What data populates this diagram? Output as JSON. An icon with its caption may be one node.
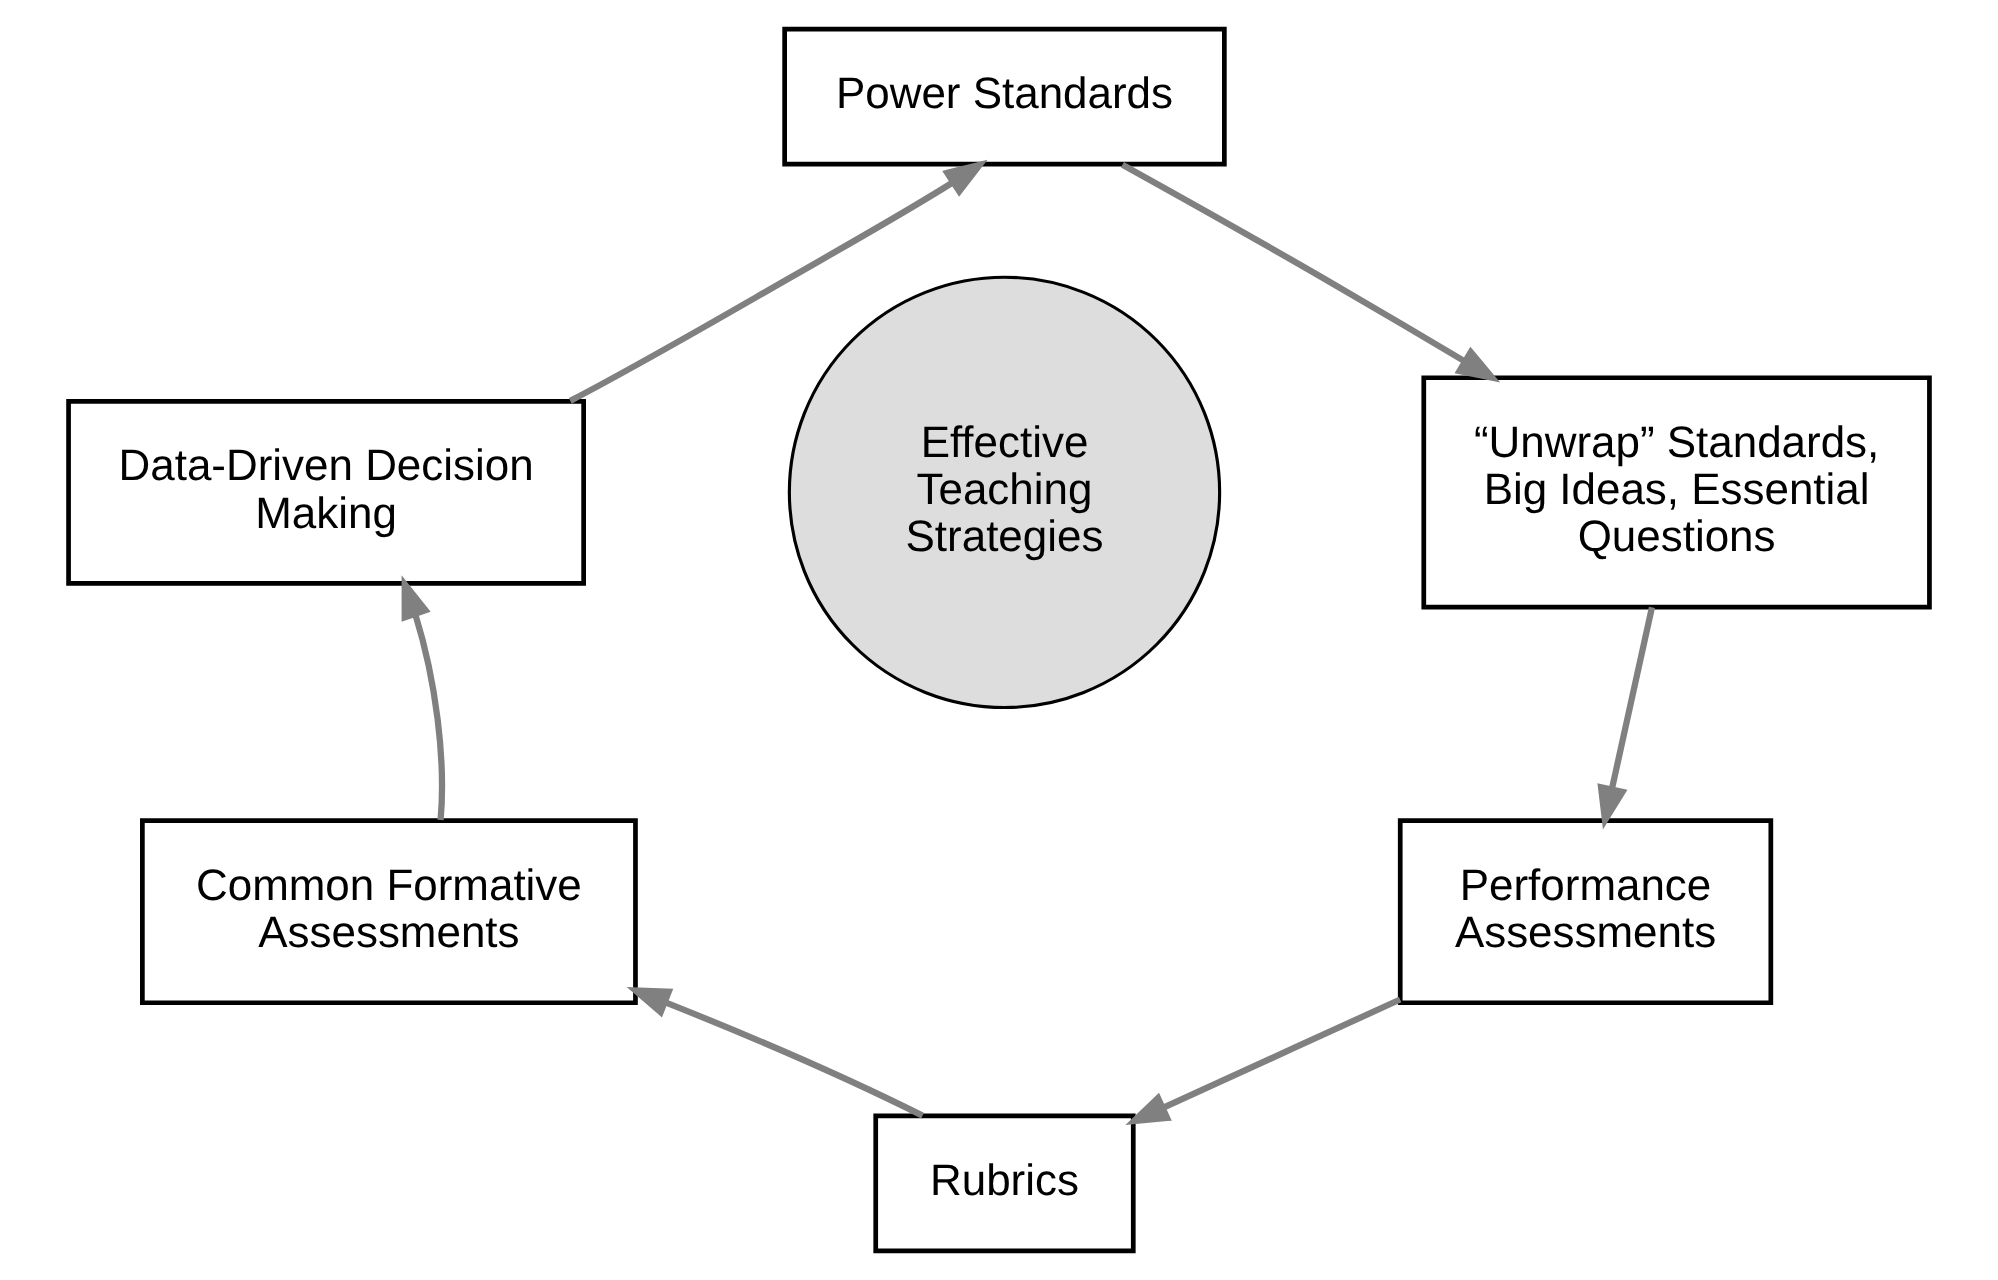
{
  "diagram": {
    "nodes": [
      {
        "text": [
          "Power Standards"
        ]
      },
      {
        "text": [
          "“Unwrap” Standards, Big Ideas, Essential Questions"
        ]
      },
      {
        "text": [
          "Performance Assessments"
        ]
      },
      {
        "text": [
          "Rubrics"
        ]
      },
      {
        "text": [
          "Common Formative Assessments"
        ]
      },
      {
        "text": [
          "Data-Driven Decision Making"
        ]
      },
      {
        "text": [
          "Effective Teaching Strategies"
        ]
      }
    ],
    "edges": [
      {
        "from": 0,
        "to": 1,
        "arrow": "to"
      },
      {
        "from": 1,
        "to": 2,
        "arrow": "to"
      },
      {
        "from": 2,
        "to": 3,
        "arrow": "to"
      },
      {
        "from": 3,
        "to": 4,
        "arrow": "to"
      },
      {
        "from": 4,
        "to": 5,
        "arrow": "to"
      },
      {
        "from": 5,
        "to": 0,
        "arrow": "to"
      }
    ]
  }
}
